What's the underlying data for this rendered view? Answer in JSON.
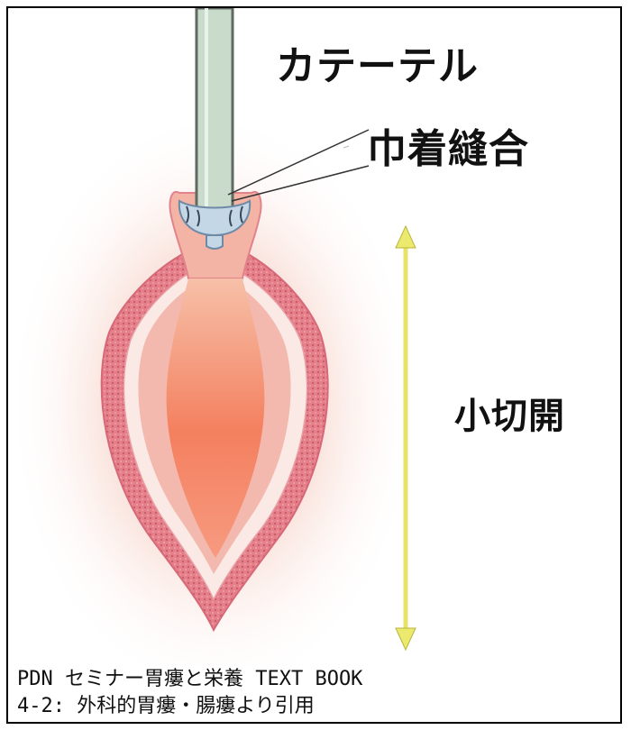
{
  "figure": {
    "labels": {
      "catheter": "カテーテル",
      "purse_string_suture": "巾着縫合",
      "small_incision": "小切開"
    },
    "colors": {
      "tissue_outer": "#e0747f",
      "tissue_inner": "#f6d3cd",
      "cavity": "#f47a5a",
      "catheter": "#c9dccb",
      "arrow": "#ecea6e"
    }
  },
  "caption": {
    "line1": "PDN セミナー胃瘻と栄養 TEXT BOOK",
    "line2": "4-2: 外科的胃瘻・腸瘻より引用"
  }
}
